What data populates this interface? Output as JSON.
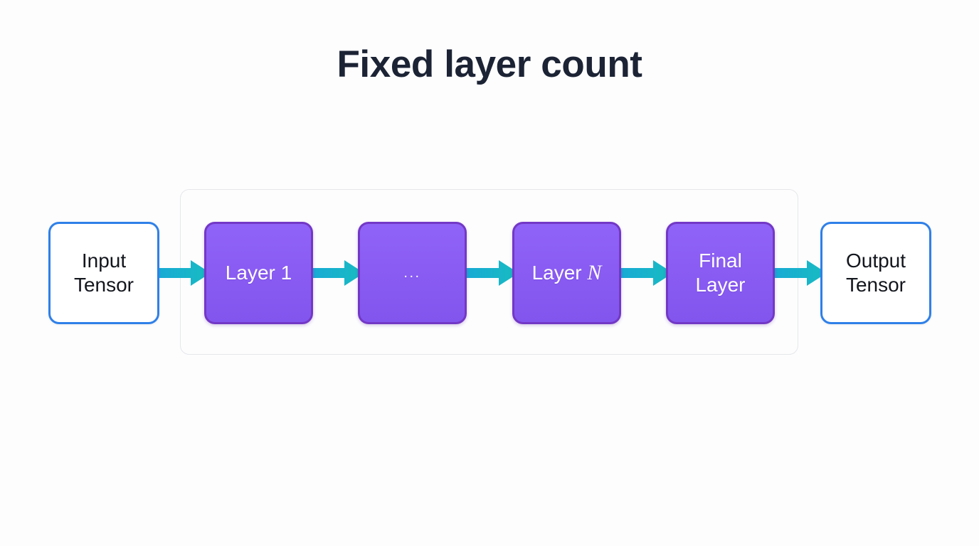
{
  "page": {
    "title": "Fixed layer count",
    "background_color": "#fdfdfe"
  },
  "theme": {
    "title_color": "#1b2334",
    "tensor_border_color": "#2f80e8",
    "tensor_fill_color": "#ffffff",
    "tensor_text_color": "#13161d",
    "layer_fill_color": "#8b5cf6",
    "layer_border_color": "#7338c6",
    "layer_text_color": "#ffffff",
    "arrow_color": "#19b4cc",
    "container_border_color": "#e6e7ea"
  },
  "diagram": {
    "type": "flow",
    "orientation": "left-to-right",
    "group": {
      "name": "layer-stack",
      "label": "",
      "member_count": 4
    },
    "nodes": [
      {
        "id": "input-tensor",
        "label": "Input\nTensor",
        "line1": "Input",
        "line2": "Tensor",
        "kind": "tensor",
        "in_group": false
      },
      {
        "id": "layer-1",
        "label": "Layer 1",
        "line1": "Layer 1",
        "line2": "",
        "kind": "layer",
        "in_group": true
      },
      {
        "id": "layer-ellipsis",
        "label": "...",
        "line1": "...",
        "line2": "",
        "kind": "layer",
        "in_group": true
      },
      {
        "id": "layer-n",
        "label": "Layer N",
        "line1": "Layer ",
        "line2": "N",
        "kind": "layer",
        "in_group": true
      },
      {
        "id": "final-layer",
        "label": "Final\nLayer",
        "line1": "Final",
        "line2": "Layer",
        "kind": "layer",
        "in_group": true
      },
      {
        "id": "output-tensor",
        "label": "Output\nTensor",
        "line1": "Output",
        "line2": "Tensor",
        "kind": "tensor",
        "in_group": false
      }
    ],
    "edges": [
      {
        "id": "edge-1",
        "from": "input-tensor",
        "to": "layer-1",
        "label": ""
      },
      {
        "id": "edge-2",
        "from": "layer-1",
        "to": "layer-ellipsis",
        "label": ""
      },
      {
        "id": "edge-3",
        "from": "layer-ellipsis",
        "to": "layer-n",
        "label": ""
      },
      {
        "id": "edge-4",
        "from": "layer-n",
        "to": "final-layer",
        "label": ""
      },
      {
        "id": "edge-5",
        "from": "final-layer",
        "to": "output-tensor",
        "label": ""
      }
    ]
  }
}
